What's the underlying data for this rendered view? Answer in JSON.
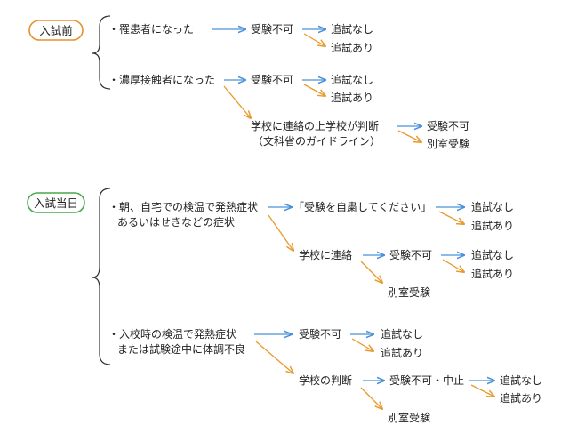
{
  "colors": {
    "pre_exam_accent": "#e8902a",
    "exam_day_accent": "#49a84a",
    "arrow_blue": "#4a90d9",
    "arrow_orange": "#e89a2c",
    "bracket": "#333333"
  },
  "sections": {
    "pre_exam": {
      "title": "入試前",
      "items": {
        "infected": {
          "label": "・罹患者になった",
          "outcome": "受験不可",
          "makeup_none": "追試なし",
          "makeup_yes": "追試あり"
        },
        "close_contact": {
          "label": "・濃厚接触者になった",
          "outcome": "受験不可",
          "makeup_none": "追試なし",
          "makeup_yes": "追試あり",
          "school_judgement": "学校に連絡の上学校が判断",
          "guideline": "（文科省のガイドライン）",
          "judge_no": "受験不可",
          "judge_separate": "別室受験"
        }
      }
    },
    "exam_day": {
      "title": "入試当日",
      "items": {
        "home_fever": {
          "label_line1": "・朝、自宅での検温で発熱症状",
          "label_line2": "あるいはせきなどの症状",
          "refrain": "「受験を自粛してください」",
          "refrain_makeup_none": "追試なし",
          "refrain_makeup_yes": "追試あり",
          "contact_school": "学校に連絡",
          "contact_no": "受験不可",
          "contact_makeup_none": "追試なし",
          "contact_makeup_yes": "追試あり",
          "contact_separate": "別室受験"
        },
        "entry_fever": {
          "label_line1": "・入校時の検温で発熱症状",
          "label_line2": "または試験途中に体調不良",
          "outcome": "受験不可",
          "makeup_none": "追試なし",
          "makeup_yes": "追試あり",
          "school_judgement": "学校の判断",
          "judge_stop": "受験不可・中止",
          "judge_makeup_none": "追試なし",
          "judge_makeup_yes": "追試あり",
          "judge_separate": "別室受験"
        }
      }
    }
  }
}
